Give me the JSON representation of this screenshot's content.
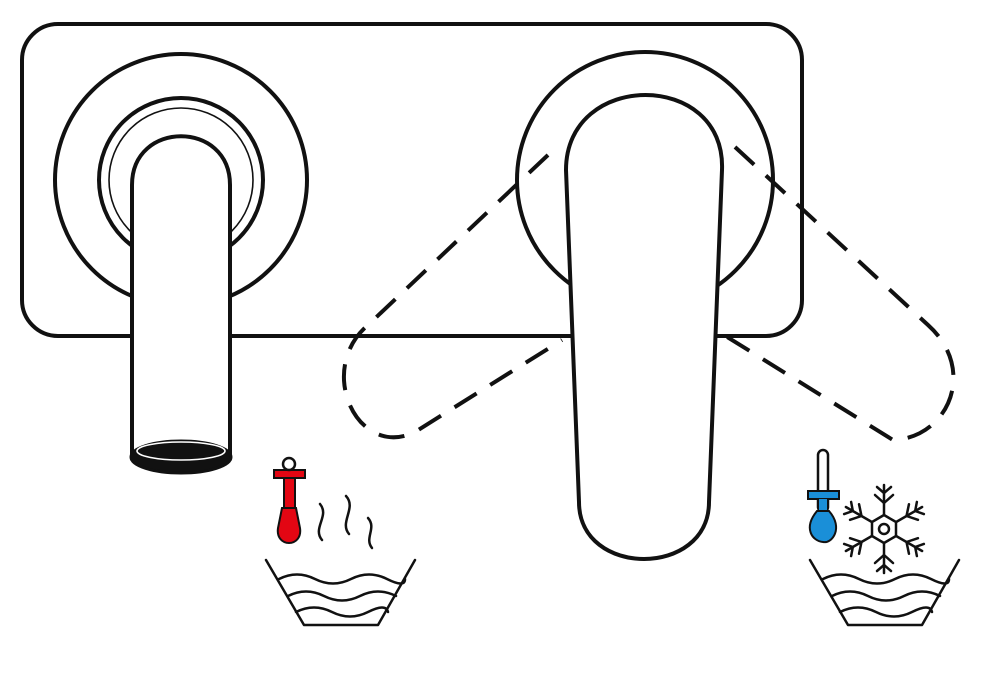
{
  "colors": {
    "line": "#111111",
    "hot": "#e30613",
    "cold": "#1a8fd8",
    "background": "#ffffff"
  },
  "icons": {
    "hot_thermometer": "thermometer-hot-icon",
    "cold_thermometer": "thermometer-cold-icon",
    "steam": "steam-icon",
    "snowflake": "snowflake-icon",
    "hot_basin": "hot-water-basin-icon",
    "cold_basin": "cold-water-basin-icon"
  },
  "diagram": {
    "components": [
      "wall-plate",
      "spout",
      "lever-handle",
      "lever-swing-arc"
    ],
    "hot_side": "left",
    "cold_side": "right"
  }
}
